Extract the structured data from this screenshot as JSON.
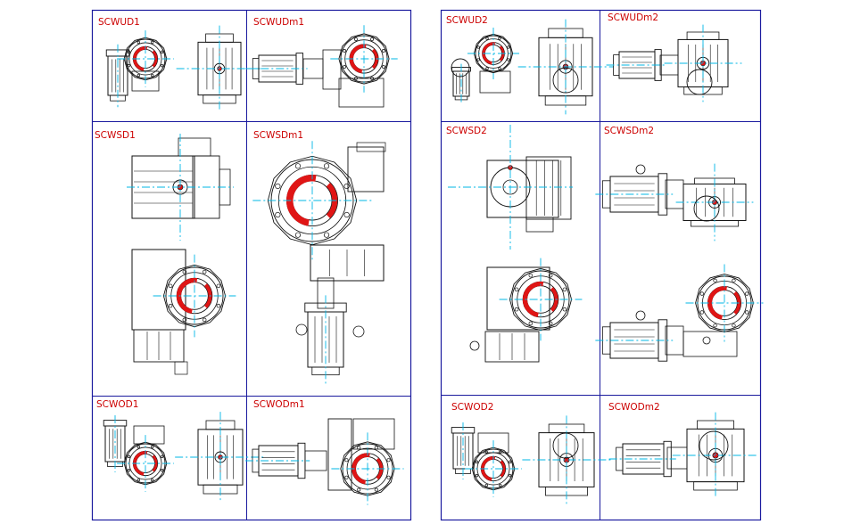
{
  "colors": {
    "frame": "#1a1a9e",
    "label": "#cc0000",
    "drawing": "#111111",
    "centerline": "#00b7e6",
    "highlight": "#e01515",
    "background": "#ffffff"
  },
  "left_sheet": {
    "cells": [
      {
        "id": "SCWUD1",
        "label": "SCWUD1",
        "icon": "gear-motor-assembly-icon"
      },
      {
        "id": "SCWUDm1",
        "label": "SCWUDm1",
        "icon": "gear-motor-assembly-icon"
      },
      {
        "id": "SCWSD1",
        "label": "SCWSD1",
        "icon": "gear-motor-assembly-icon"
      },
      {
        "id": "SCWSDm1",
        "label": "SCWSDm1",
        "icon": "gear-motor-assembly-icon"
      },
      {
        "id": "SCWOD1",
        "label": "SCWOD1",
        "icon": "gear-motor-assembly-icon"
      },
      {
        "id": "SCWODm1",
        "label": "SCWODm1",
        "icon": "gear-motor-assembly-icon"
      }
    ]
  },
  "right_sheet": {
    "cells": [
      {
        "id": "SCWUD2",
        "label": "SCWUD2",
        "icon": "gear-motor-assembly-icon"
      },
      {
        "id": "SCWUDm2",
        "label": "SCWUDm2",
        "icon": "gear-motor-assembly-icon"
      },
      {
        "id": "SCWSD2",
        "label": "SCWSD2",
        "icon": "gear-motor-assembly-icon"
      },
      {
        "id": "SCWSDm2",
        "label": "SCWSDm2",
        "icon": "gear-motor-assembly-icon"
      },
      {
        "id": "SCWOD2",
        "label": "SCWOD2",
        "icon": "gear-motor-assembly-icon"
      },
      {
        "id": "SCWODm2",
        "label": "SCWODm2",
        "icon": "gear-motor-assembly-icon"
      }
    ]
  }
}
